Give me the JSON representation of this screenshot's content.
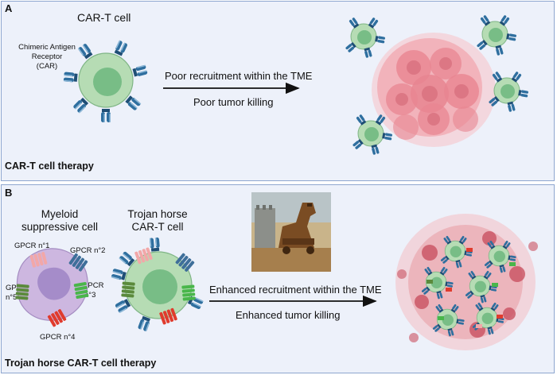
{
  "panel_a": {
    "label": "A",
    "title": "CAR-T cell therapy",
    "cell_label": "CAR-T cell",
    "receptor_label_1": "Chimeric Antigen",
    "receptor_label_2": "Receptor",
    "receptor_label_3": "(CAR)",
    "arrow_text_1": "Poor recruitment within the TME",
    "arrow_text_2": "Poor tumor killing"
  },
  "panel_b": {
    "label": "B",
    "title": "Trojan horse CAR-T cell therapy",
    "myeloid_label_1": "Myeloid",
    "myeloid_label_2": "suppressive cell",
    "trojan_label_1": "Trojan horse",
    "trojan_label_2": "CAR-T cell",
    "gpcr_1": "GPCR n°1",
    "gpcr_2": "GPCR n°2",
    "gpcr_3a": "GPCR",
    "gpcr_3b": "n°3",
    "gpcr_4": "GPCR n°4",
    "gpcr_5a": "GPCR",
    "gpcr_5b": "n°5",
    "arrow_text_1": "Enhanced recruitment within the TME",
    "arrow_text_2": "Enhanced tumor killing"
  },
  "colors": {
    "tcell_outer": "#b6dcb4",
    "tcell_inner": "#78bd86",
    "car_blue": "#2f6f9f",
    "tumor_red": "#e88591",
    "myeloid_purple": "#cdb7e0",
    "gpcr_pink": "#f2a7a8",
    "gpcr_blue": "#3e6f9a",
    "gpcr_green": "#49b64a",
    "gpcr_red": "#e03b2d",
    "gpcr_darkgreen": "#5b8a3c"
  }
}
